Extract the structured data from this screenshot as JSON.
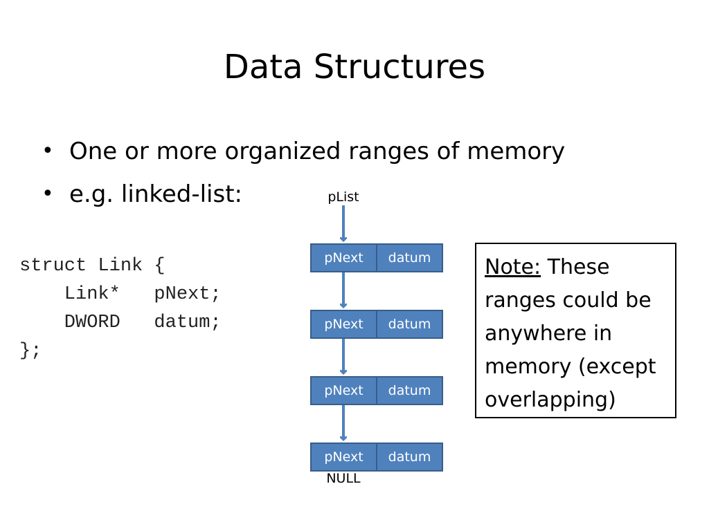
{
  "slide": {
    "title": "Data Structures",
    "bullets": [
      "One or more organized ranges of memory",
      "e.g. linked-list:"
    ]
  },
  "code": {
    "lines": [
      "struct Link {",
      "    Link*   pNext;",
      "    DWORD   datum;",
      "};"
    ]
  },
  "diagram": {
    "head_label": "pList",
    "tail_label": "NULL",
    "nodes": [
      {
        "left": "pNext",
        "right": "datum"
      },
      {
        "left": "pNext",
        "right": "datum"
      },
      {
        "left": "pNext",
        "right": "datum"
      },
      {
        "left": "pNext",
        "right": "datum"
      }
    ],
    "colors": {
      "node_fill": "#4f81bd",
      "node_border": "#385d8a",
      "arrow": "#4f81bd"
    }
  },
  "note": {
    "label": "Note:",
    "text": " These ranges could be anywhere in memory (except overlapping)"
  }
}
